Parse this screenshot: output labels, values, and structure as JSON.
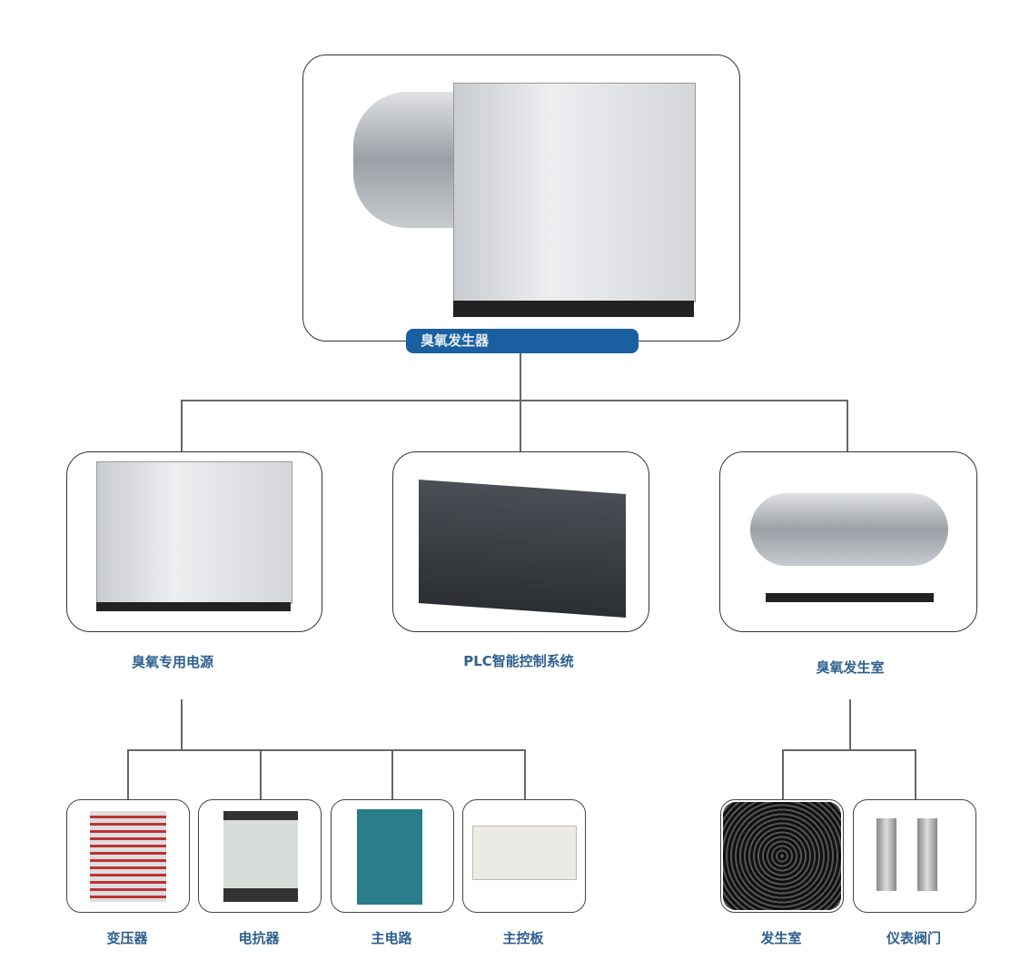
{
  "root": {
    "label": "臭氧发生器"
  },
  "level2": [
    {
      "label": "臭氧专用电源"
    },
    {
      "label": "PLC智能控制系统"
    },
    {
      "label": "臭氧发生室"
    }
  ],
  "power_children": [
    {
      "label": "变压器"
    },
    {
      "label": "电抗器"
    },
    {
      "label": "主电路"
    },
    {
      "label": "主控板"
    }
  ],
  "chamber_children": [
    {
      "label": "发生室"
    },
    {
      "label": "仪表阀门"
    }
  ],
  "colors": {
    "accent": "#1a5fa0",
    "label": "#2d5f8f"
  }
}
